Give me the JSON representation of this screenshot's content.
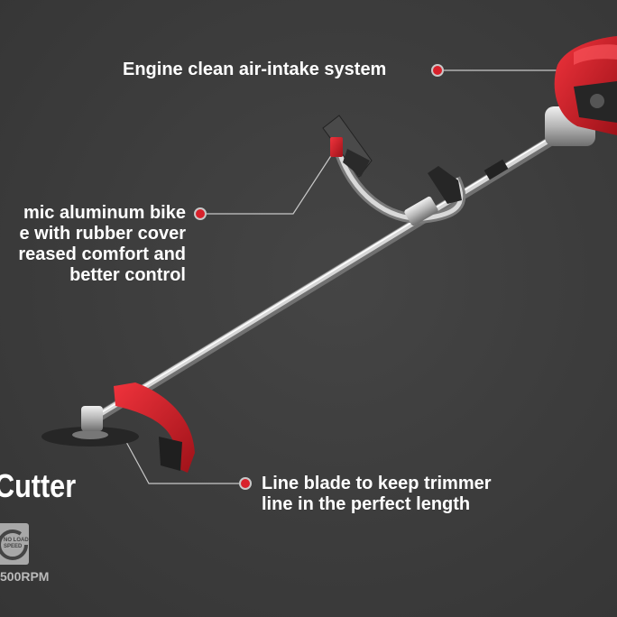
{
  "callouts": {
    "engine": "Engine clean air-intake system",
    "handle": [
      "mic aluminum bike",
      "e with rubber cover",
      "reased comfort and",
      "better control"
    ],
    "blade": [
      "Line blade to keep trimmer",
      "line in the perfect length"
    ]
  },
  "product_title": "Cutter",
  "badge": {
    "icon": "no-load-speed-icon",
    "line1": "NO LOAD",
    "line2": "SPEED"
  },
  "speed": "500RPM",
  "colors": {
    "background": "#3c3c3c",
    "accent": "#d8212b"
  }
}
